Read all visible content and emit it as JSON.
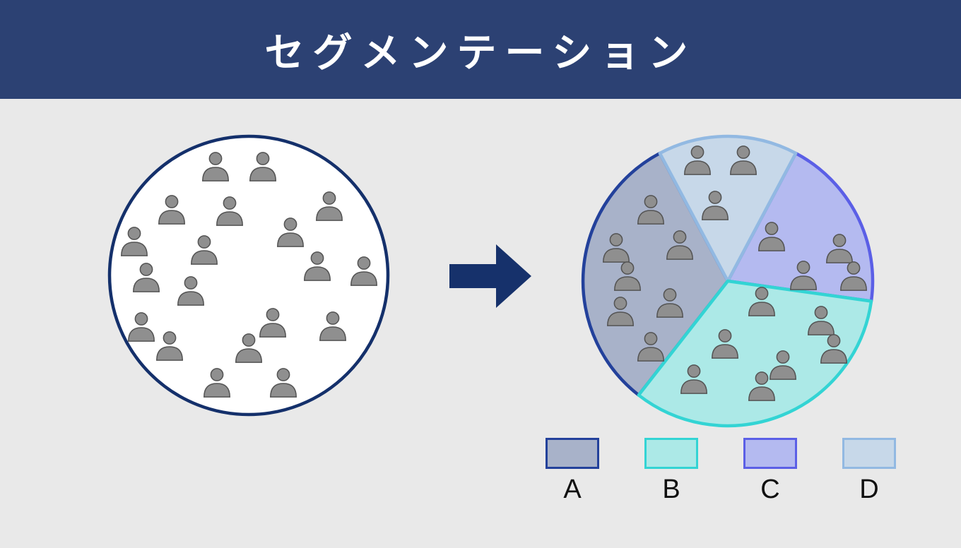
{
  "title": "セグメンテーション",
  "palette": {
    "header_bg": "#2c4173",
    "page_bg": "#e9e9e9",
    "outline_navy": "#14306b",
    "arrow": "#16316b",
    "person_fill": "#8f8f8f",
    "person_stroke": "#545454",
    "circle_fill": "#ffffff"
  },
  "before_group": {
    "people_count": 19
  },
  "segments": [
    {
      "label": "A",
      "fill": "#a8b2c9",
      "border": "#23419b",
      "people_count": 7
    },
    {
      "label": "B",
      "fill": "#ace9e7",
      "border": "#33d4d4",
      "people_count": 7
    },
    {
      "label": "C",
      "fill": "#b4baf0",
      "border": "#5b5fe6",
      "people_count": 4
    },
    {
      "label": "D",
      "fill": "#c7d8e9",
      "border": "#92b9e2",
      "people_count": 3
    }
  ]
}
